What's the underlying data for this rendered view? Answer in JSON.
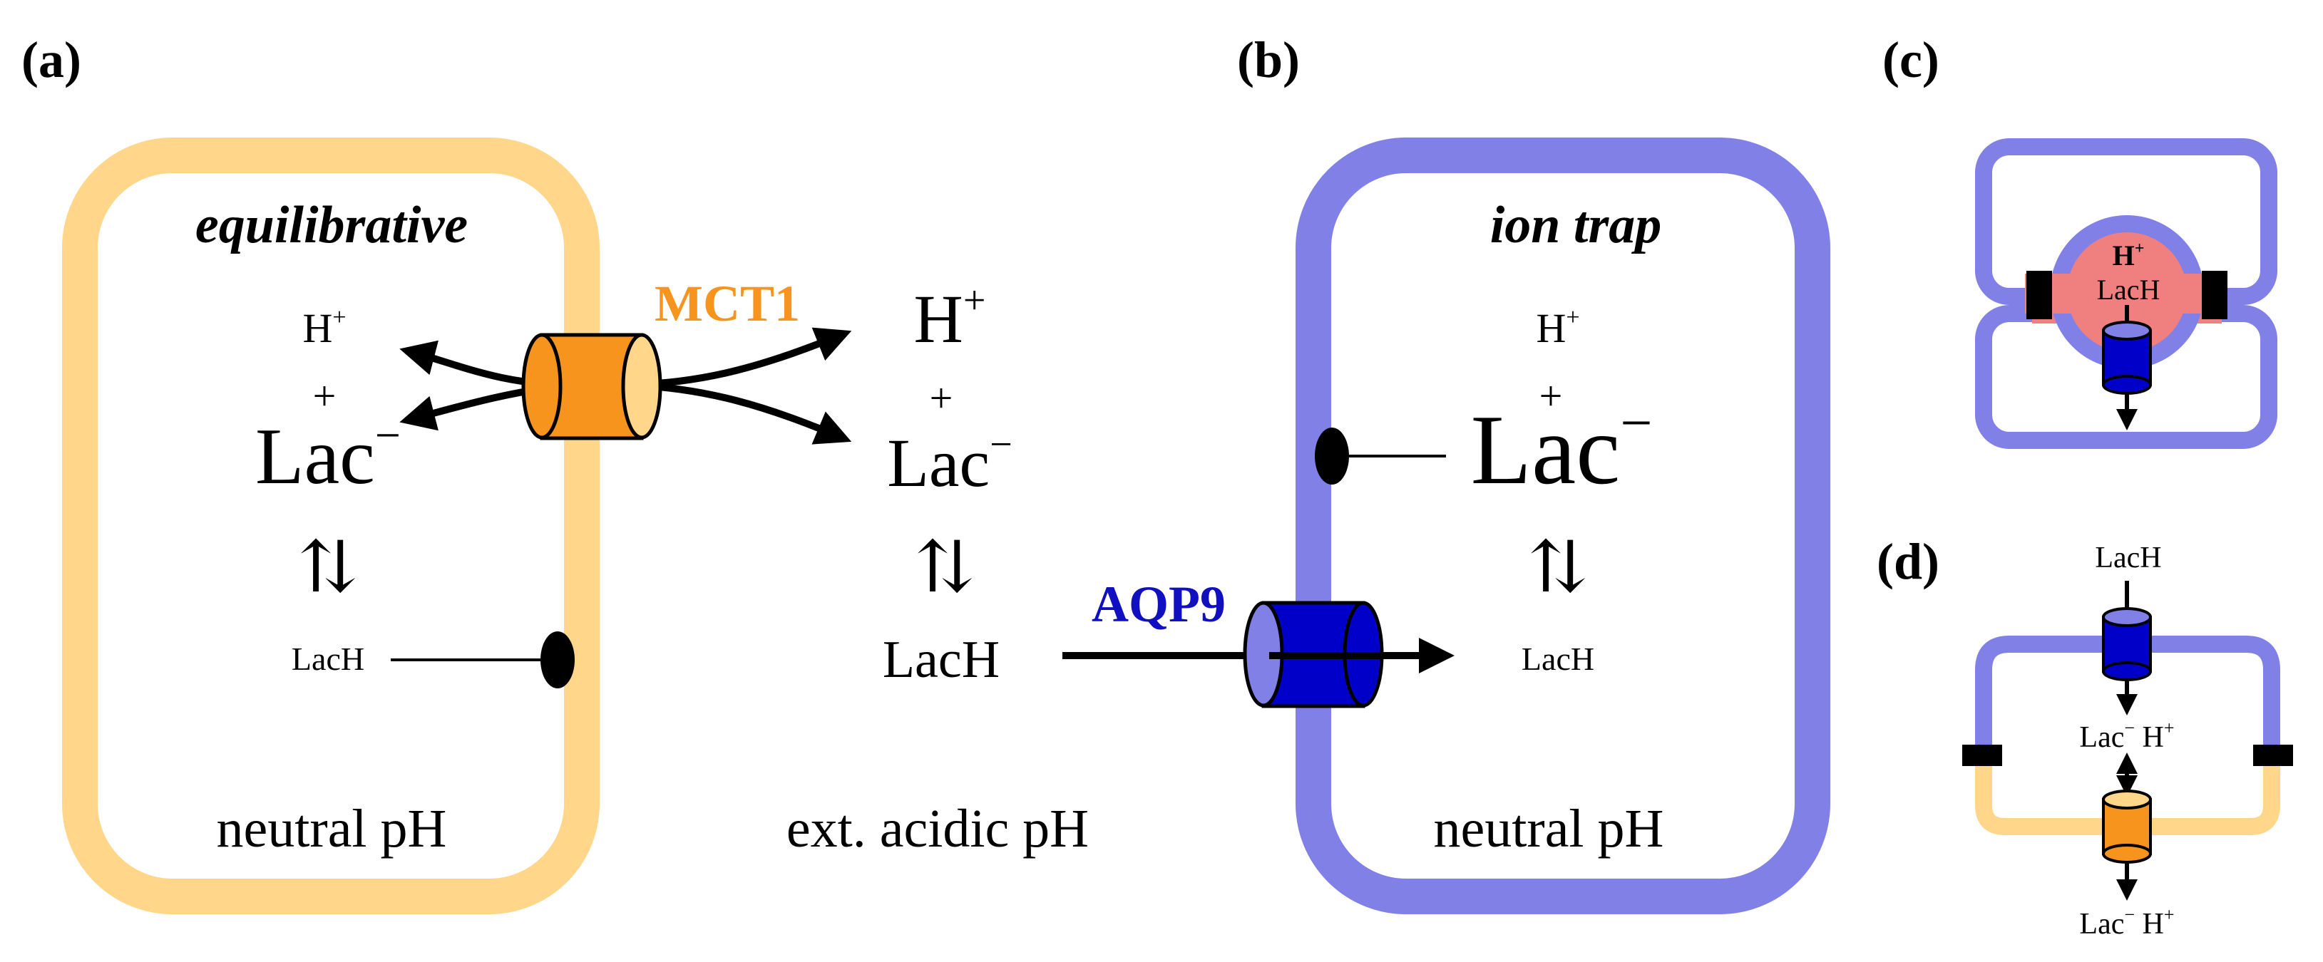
{
  "panels": {
    "a": {
      "label": "(a)",
      "title": "equilibrative",
      "transporter": "MCT1",
      "inside": {
        "h": "H",
        "plus": "+",
        "lac": "Lac",
        "eq": "⇅",
        "lach": "LacH"
      },
      "inside_ph": "neutral pH",
      "outside": {
        "h": "H",
        "plus": "+",
        "lac": "Lac",
        "eq": "⇅",
        "lach": "LacH"
      },
      "outside_ph": "ext. acidic pH"
    },
    "b": {
      "label": "(b)",
      "title": "ion trap",
      "transporter": "AQP9",
      "inside": {
        "h": "H",
        "plus": "+",
        "lac": "Lac",
        "eq": "⇅",
        "lach": "LacH"
      },
      "inside_ph": "neutral pH"
    },
    "c": {
      "label": "(c)",
      "h": "H",
      "lach": "LacH"
    },
    "d": {
      "label": "(d)",
      "top": "LacH",
      "middle_lac": "Lac",
      "middle_h": "H",
      "bottom_lac": "Lac",
      "bottom_h": "H"
    }
  },
  "superscripts": {
    "plus": "+",
    "minus": "−"
  },
  "colors": {
    "mct1": "#F7941D",
    "mct1_light": "#FFD68A",
    "aqp9": "#0000C8",
    "aqp9_light": "#8080E6",
    "text_mct1": "#F7941D",
    "text_aqp9": "#1010C0",
    "acid_core": "#F08080"
  }
}
